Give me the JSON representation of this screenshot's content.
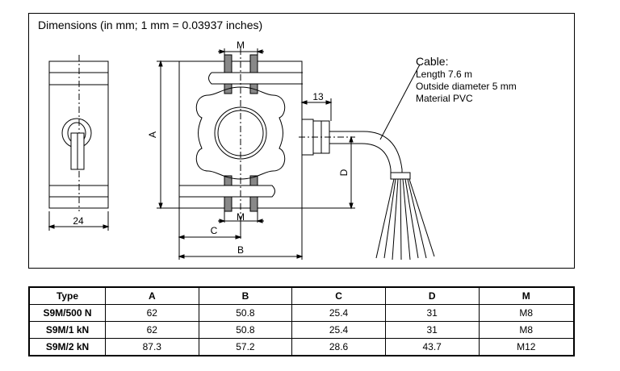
{
  "title": "Dimensions (in mm; 1 mm = 0.03937 inches)",
  "labels": {
    "m_top": "M",
    "m_bottom": "M",
    "a": "A",
    "b": "B",
    "c": "C",
    "d": "D",
    "dim_13": "13",
    "dim_24": "24"
  },
  "cable": {
    "heading": "Cable:",
    "length": "Length 7.6 m",
    "diameter": "Outside diameter 5 mm",
    "material": "Material PVC"
  },
  "table": {
    "headers": [
      "Type",
      "A",
      "B",
      "C",
      "D",
      "M"
    ],
    "rows": [
      [
        "S9M/500 N",
        "62",
        "50.8",
        "25.4",
        "31",
        "M8"
      ],
      [
        "S9M/1 kN",
        "62",
        "50.8",
        "25.4",
        "31",
        "M8"
      ],
      [
        "S9M/2 kN",
        "87.3",
        "57.2",
        "28.6",
        "43.7",
        "M12"
      ]
    ]
  }
}
